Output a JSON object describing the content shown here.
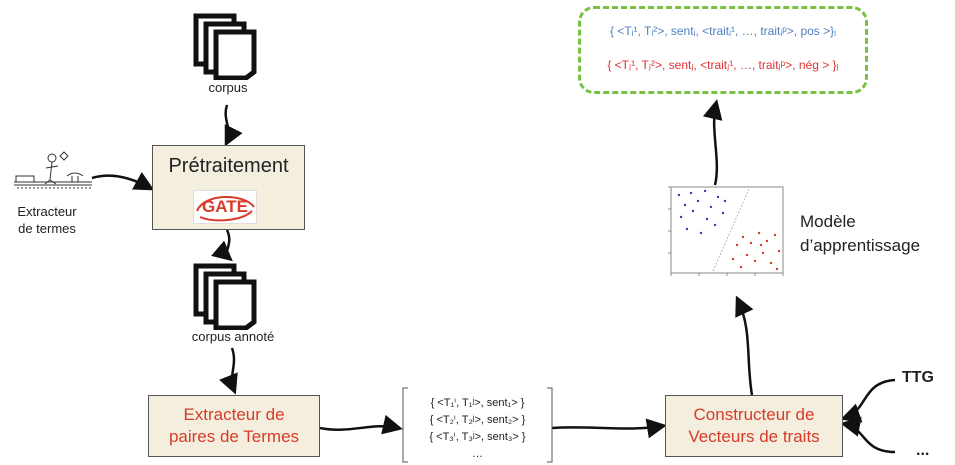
{
  "corpus_label": "corpus",
  "corpus_annote_label": "corpus annoté",
  "extracteur_termes_label": [
    "Extracteur",
    "de termes"
  ],
  "pretraitement": {
    "title": "Prétraitement",
    "logo_text": "GATE"
  },
  "paires_box": [
    "Extracteur de",
    "paires de Termes"
  ],
  "pairs_list": [
    "{ <T₁ⁱ, T₁ʲ>, sent₁> }",
    "{ <T₂ⁱ, T₂ʲ>, sent₂> }",
    "{ <T₃ⁱ, T₃ʲ>, sent₃> }",
    "…"
  ],
  "constructeur_box": [
    "Constructeur de",
    "Vecteurs de traits"
  ],
  "model_label": [
    "Modèle",
    "d’apprentissage"
  ],
  "inputs": [
    "TTG",
    "..."
  ],
  "formulas": {
    "positive": "{ <Tᵢ¹, Tᵢ²>, sentᵢ, <traitᵢ¹, …, traitᵢᵖ>, pos >}ᵢ",
    "negative": "{ <Tⱼ¹, Tⱼ²>, sentⱼ, <traitⱼ¹, …, traitⱼᵖ>, nég > }ⱼ"
  },
  "colors": {
    "accent_red": "#d83b2a",
    "formula_blue": "#4f7fbf",
    "dashed_green": "#7ac143",
    "box_fill": "#f3eedd"
  }
}
